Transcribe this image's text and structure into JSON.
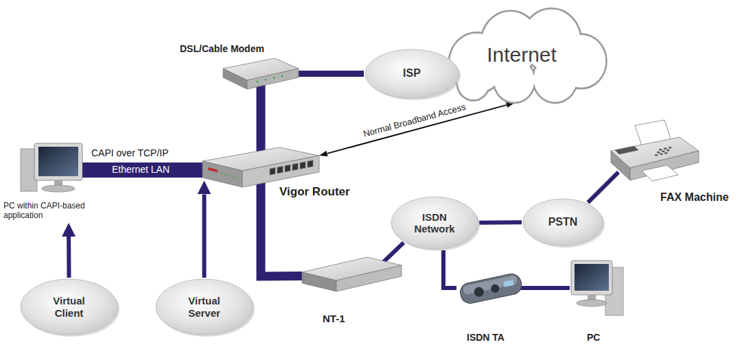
{
  "diagram": {
    "nodes": [
      {
        "text": [
          "DSL/Cable Modem"
        ]
      },
      {
        "text": [
          "ISP"
        ]
      },
      {
        "text": [
          "Internet"
        ]
      },
      {
        "text": [
          "PC within CAPI-based application"
        ]
      },
      {
        "text": [
          "Vigor Router"
        ]
      },
      {
        "text": [
          "FAX Machine"
        ]
      },
      {
        "text": [
          "ISDN Network"
        ]
      },
      {
        "text": [
          "PSTN"
        ]
      },
      {
        "text": [
          "Virtual Client"
        ]
      },
      {
        "text": [
          "Virtual Server"
        ]
      },
      {
        "text": [
          "NT-1"
        ]
      },
      {
        "text": [
          "ISDN TA"
        ]
      },
      {
        "text": [
          "PC"
        ]
      }
    ],
    "edges": [
      {
        "from": 0,
        "to": 1,
        "arrow": "none"
      },
      {
        "from": 0,
        "to": 4,
        "arrow": "none"
      },
      {
        "from": 3,
        "to": 4,
        "label": "Ethernet LAN",
        "arrow": "none"
      },
      {
        "from": 4,
        "to": 2,
        "label": "Normal Broadband Access",
        "arrow": "both"
      },
      {
        "from": 4,
        "to": 10,
        "arrow": "none"
      },
      {
        "from": 10,
        "to": 6,
        "arrow": "none"
      },
      {
        "from": 6,
        "to": 7,
        "arrow": "none"
      },
      {
        "from": 7,
        "to": 5,
        "arrow": "none"
      },
      {
        "from": 6,
        "to": 11,
        "arrow": "none"
      },
      {
        "from": 11,
        "to": 12,
        "arrow": "none"
      },
      {
        "from": 8,
        "to": 3,
        "arrow": "to"
      },
      {
        "from": 9,
        "to": 4,
        "arrow": "to"
      }
    ],
    "labels": [
      "CAPI over TCP/IP"
    ]
  }
}
